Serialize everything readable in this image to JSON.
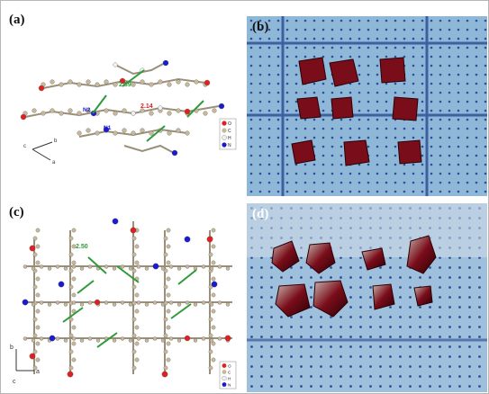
{
  "panels": {
    "a": {
      "label": "(a)",
      "distances": [
        "2.89",
        "2.14"
      ],
      "atoms": [
        "N2",
        "N1"
      ],
      "axes": [
        "a",
        "b",
        "c"
      ],
      "legend": [
        "O",
        "C",
        "H",
        "N"
      ]
    },
    "b": {
      "label": "(b)"
    },
    "c": {
      "label": "(c)",
      "distances": [
        "2.50"
      ],
      "axes": [
        "b",
        "a",
        "c"
      ],
      "legend": [
        "O",
        "C",
        "H",
        "N"
      ]
    },
    "d": {
      "label": "(d)"
    }
  },
  "colors": {
    "oxygen": "#e02020",
    "carbon": "#c8b89a",
    "hydrogen": "#f0f0f0",
    "nitrogen": "#1a1ad0",
    "hbond": "#2e9a3a",
    "grid_bg": "#8fb8d8",
    "crystal": "#7a0d1a"
  }
}
